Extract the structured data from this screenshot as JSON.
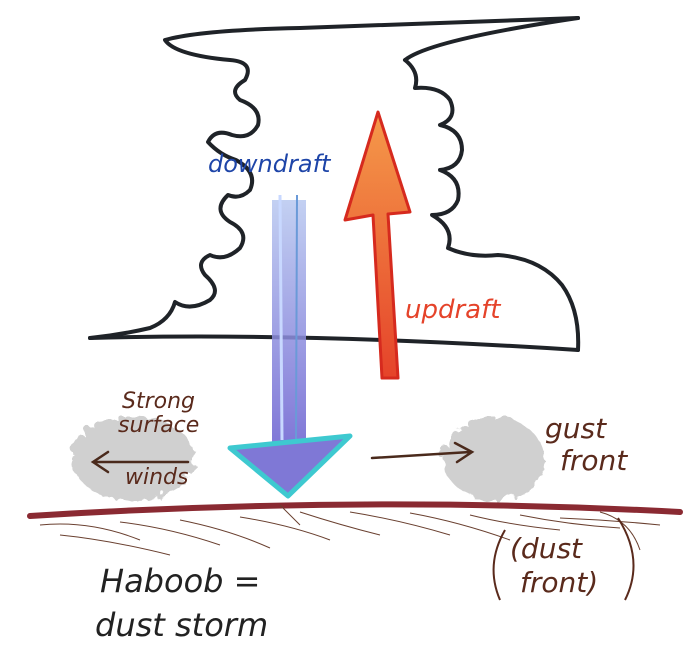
{
  "diagram": {
    "title_lines": [
      "Haboob =",
      "dust storm"
    ],
    "labels": {
      "downdraft": "downdraft",
      "updraft": "updraft",
      "surface_winds": [
        "Strong",
        "surface",
        "winds"
      ],
      "gust_front": [
        "gust",
        "front"
      ],
      "dust_front": [
        "(dust",
        "front)"
      ]
    },
    "colors": {
      "cloud": "#1f2328",
      "downdraft_text": "#1e45a8",
      "downdraft_arrow": "#7f78d6",
      "downdraft_outline": "#3ec9d0",
      "updraft_text": "#e5432a",
      "updraft_arrow": "#f07a3a",
      "updraft_outline": "#d62a1e",
      "ground": "#8a2a32",
      "brown_text": "#5a2a1c",
      "dust": "#b8b8b8"
    }
  }
}
